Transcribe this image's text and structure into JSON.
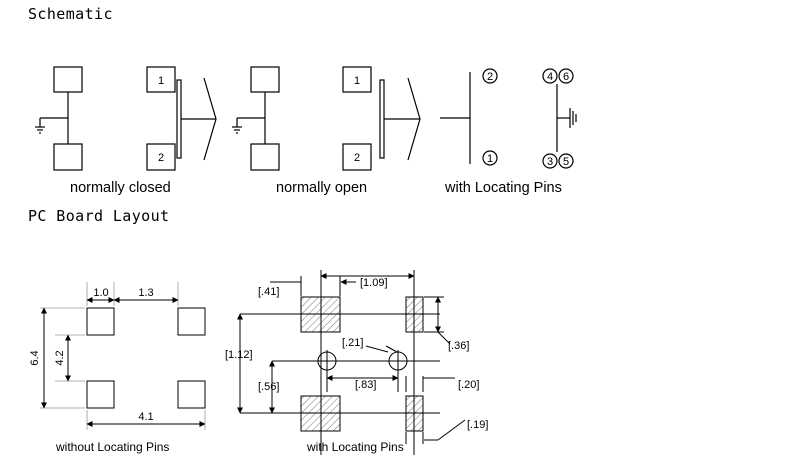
{
  "sections": {
    "schematic_title": "Schematic",
    "layout_title": "PC Board Layout"
  },
  "schematic": {
    "nc_label": "normally closed",
    "no_label": "normally open",
    "lp_label": "with Locating Pins",
    "nc_pin_top": "1",
    "nc_pin_bottom": "2",
    "no_pin_top": "1",
    "no_pin_bottom": "2",
    "lp_left_top": "2",
    "lp_left_bottom": "1",
    "lp_right_top_a": "4",
    "lp_right_top_b": "6",
    "lp_right_bottom_a": "3",
    "lp_right_bottom_b": "5"
  },
  "layout_left": {
    "caption": "without Locating Pins",
    "dim_top_a": "1.0",
    "dim_top_b": "1.3",
    "dim_height_outer": "6.4",
    "dim_height_inner": "4.2",
    "dim_width": "4.1"
  },
  "layout_right": {
    "caption": "with Locating Pins",
    "dim_41": "[.41]",
    "dim_109": "[1.09]",
    "dim_112": "[1.12]",
    "dim_21": "[.21]",
    "dim_36": "[.36]",
    "dim_56": "[.56]",
    "dim_83": "[.83]",
    "dim_20": "[.20]",
    "dim_19": "[.19]"
  }
}
